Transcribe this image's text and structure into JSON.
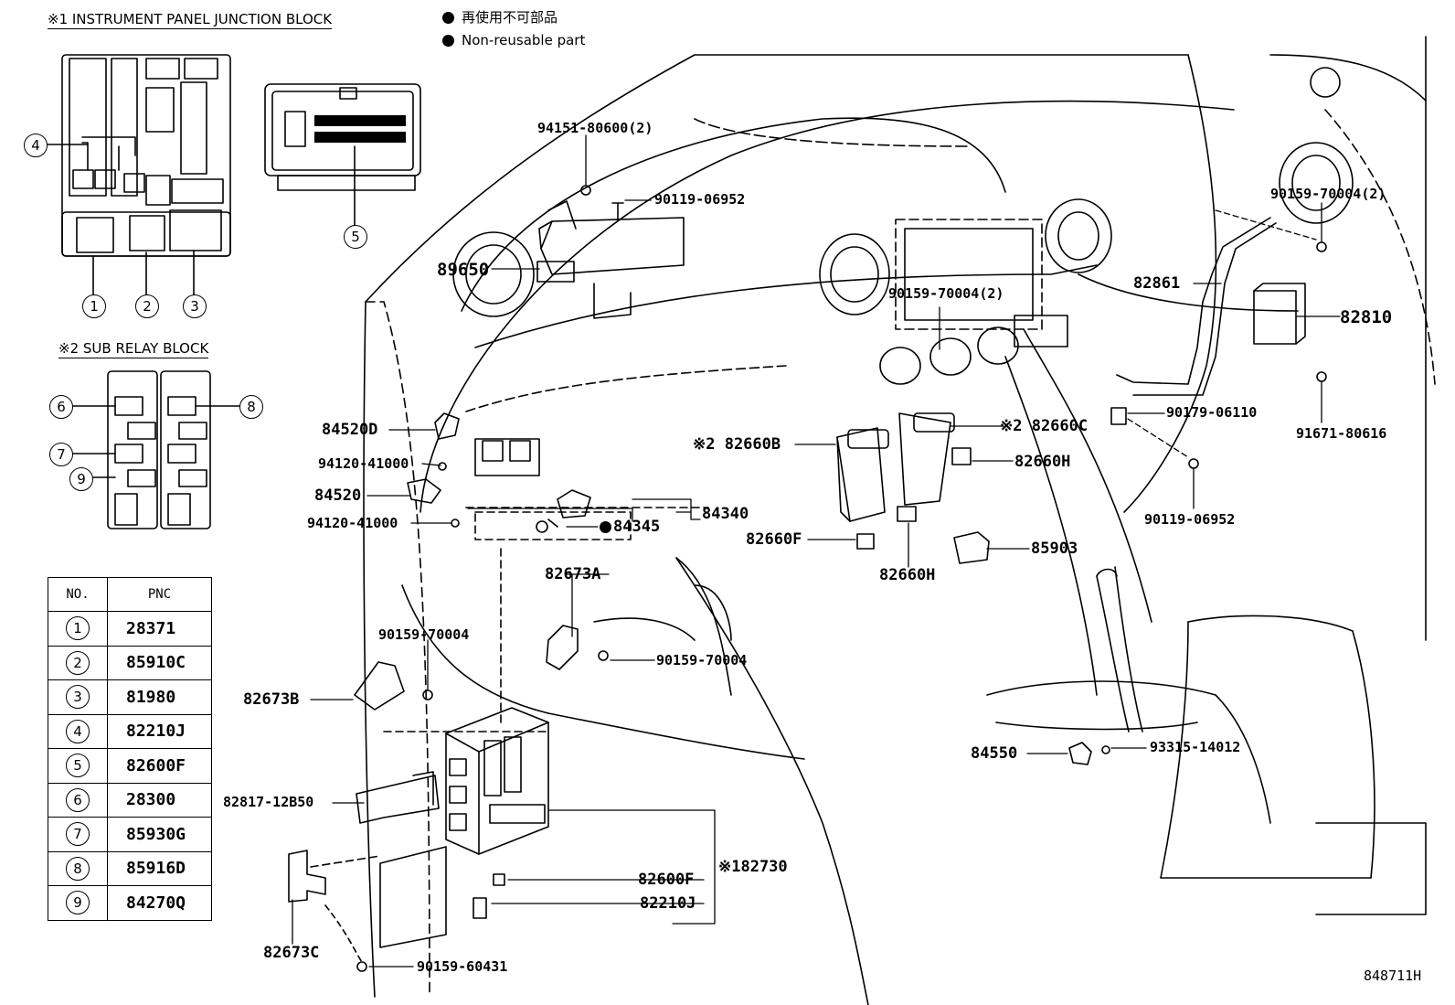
{
  "legend": {
    "jp_text": "再使用不可部品",
    "en_text": "Non-reusable part"
  },
  "insets": {
    "junction_block_title": "※1 INSTRUMENT PANEL JUNCTION BLOCK",
    "sub_relay_title": "※2 SUB RELAY BLOCK"
  },
  "callout_numbers": [
    "1",
    "2",
    "3",
    "4",
    "5",
    "6",
    "7",
    "8",
    "9"
  ],
  "pnc_table": {
    "headers": [
      "NO.",
      "PNC"
    ],
    "rows": [
      {
        "no": "1",
        "pnc": "28371"
      },
      {
        "no": "2",
        "pnc": "85910C"
      },
      {
        "no": "3",
        "pnc": "81980"
      },
      {
        "no": "4",
        "pnc": "82210J"
      },
      {
        "no": "5",
        "pnc": "82600F"
      },
      {
        "no": "6",
        "pnc": "28300"
      },
      {
        "no": "7",
        "pnc": "85930G"
      },
      {
        "no": "8",
        "pnc": "85916D"
      },
      {
        "no": "9",
        "pnc": "84270Q"
      }
    ]
  },
  "labels": {
    "p94151": "94151-80600(2)",
    "p90119a": "90119-06952",
    "p89650": "89650",
    "p84520d": "84520D",
    "p94120a": "94120-41000",
    "p84520": "84520",
    "p94120b": "94120-41000",
    "p84345": "84345",
    "p84340": "84340",
    "p82673a": "82673A",
    "p90159a": "90159-70004",
    "p90159b": "90159-70004",
    "p82673b": "82673B",
    "p82817": "82817-12B50",
    "p82600f": "82600F",
    "p82730": "※182730",
    "p82210j": "82210J",
    "p82673c": "82673C",
    "p90159c": "90159-60431",
    "p90159d": "90159-70004(2)",
    "p82660b": "※2 82660B",
    "p82660c": "※2 82660C",
    "p82660h": "82660H",
    "p82660f": "82660F",
    "p82660h2": "82660H",
    "p85903": "85903",
    "p90159e": "90159-70004(2)",
    "p82861": "82861",
    "p82810": "82810",
    "p90179": "90179-06110",
    "p91671": "91671-80616",
    "p90119b": "90119-06952",
    "p84550": "84550",
    "p93315": "93315-14012"
  },
  "figure_id": "848711H"
}
